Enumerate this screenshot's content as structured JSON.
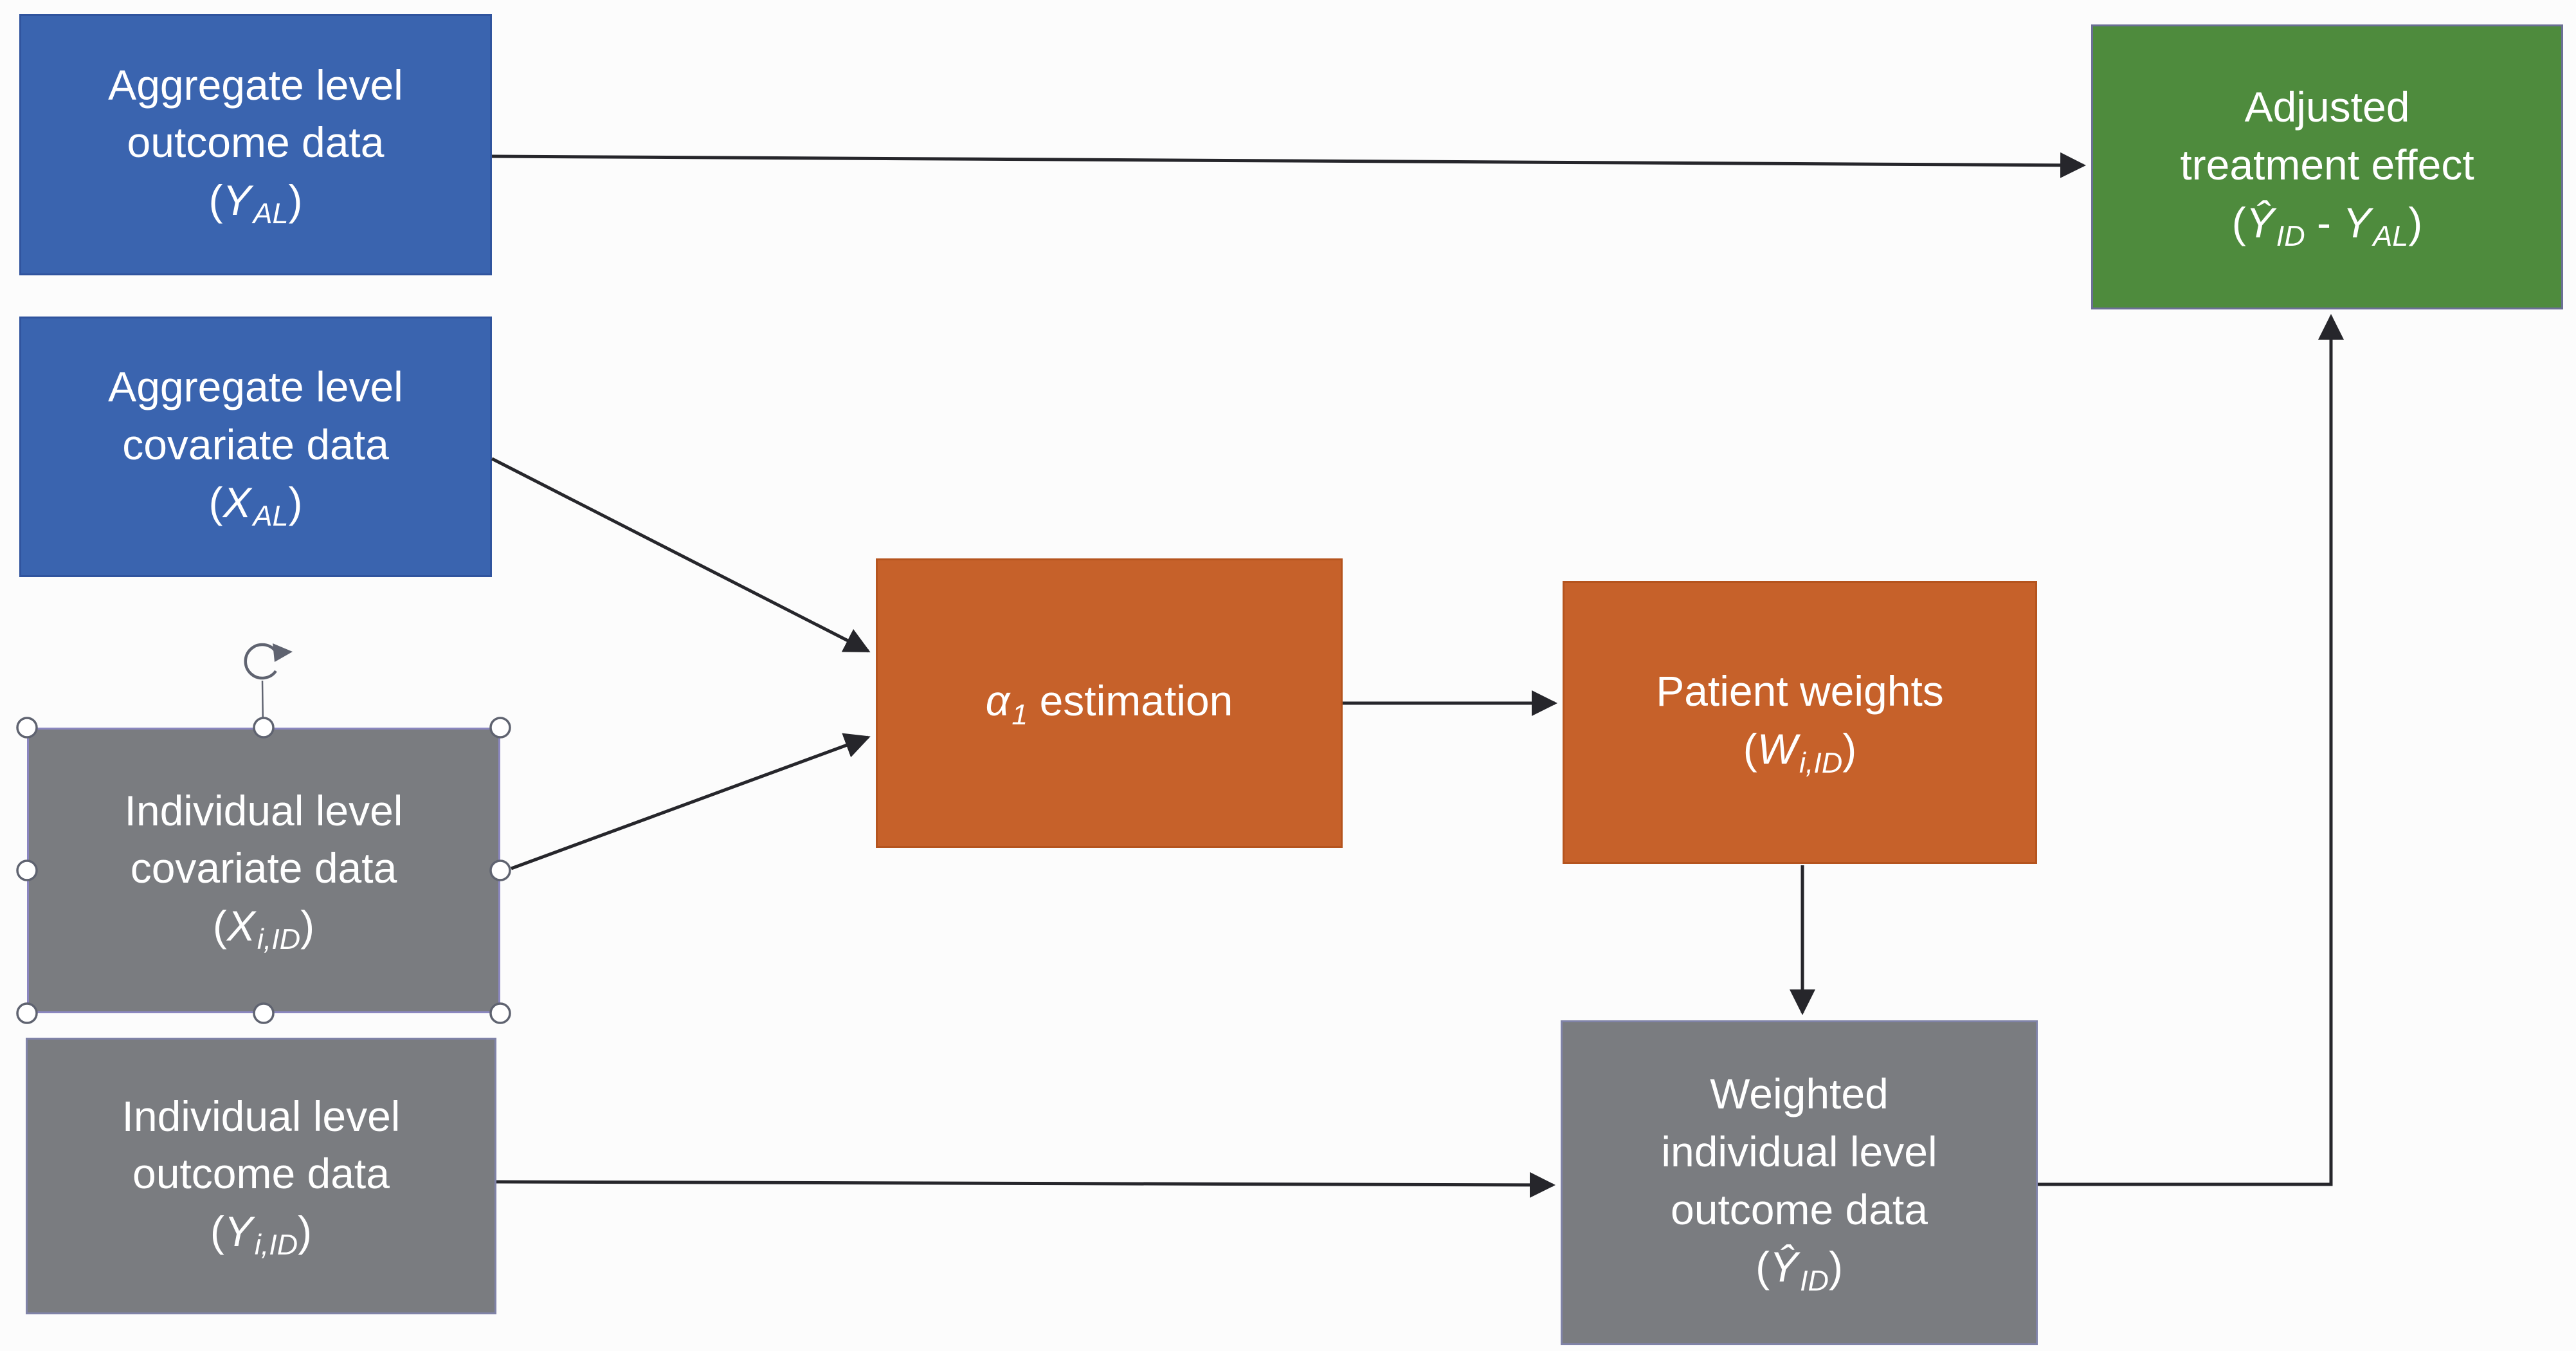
{
  "colors": {
    "bg": "#FCFCFC",
    "box_blue": "#3A64AF",
    "box_orange": "#C6612A",
    "box_gray": "#7A7C80",
    "box_green": "#4E8B3D",
    "text_white": "#FFFFFF",
    "arrow_black": "#26262B",
    "handle_stroke": "#5F6370"
  },
  "selection": {
    "selected_box": "ind_covariate"
  },
  "boxes": {
    "agg_outcome": {
      "lines": [
        "Aggregate level",
        "outcome data"
      ],
      "formula": {
        "open": "(",
        "base": "Y",
        "sub": "AL",
        "close": ")"
      }
    },
    "agg_covariate": {
      "lines": [
        "Aggregate level",
        "covariate data"
      ],
      "formula": {
        "open": "(",
        "base": "X",
        "sub": "AL",
        "close": ")"
      }
    },
    "ind_covariate": {
      "lines": [
        "Individual level",
        "covariate data"
      ],
      "formula": {
        "open": "(",
        "base": "X",
        "sub": "i,ID",
        "close": ")"
      }
    },
    "ind_outcome": {
      "lines": [
        "Individual level",
        "outcome data"
      ],
      "formula": {
        "open": "(",
        "base": "Y",
        "sub": "i,ID",
        "close": ")"
      }
    },
    "alpha_estimation": {
      "formula": {
        "base": "α",
        "sub": "1",
        "rest": " estimation"
      }
    },
    "patient_weights": {
      "lines": [
        "Patient weights"
      ],
      "formula": {
        "open": "(",
        "base": "W",
        "sub": "i,ID",
        "close": ")"
      }
    },
    "weighted_outcome": {
      "lines": [
        "Weighted",
        "individual level",
        "outcome data"
      ],
      "formula": {
        "open": "(",
        "base": "Ŷ",
        "sub": "ID",
        "close": ")"
      }
    },
    "adjusted_effect": {
      "lines": [
        "Adjusted",
        "treatment effect"
      ],
      "formula": {
        "open": "(",
        "base1": "Ŷ",
        "sub1": "ID",
        "minus": " - ",
        "base2": "Y",
        "sub2": "AL",
        "close": ")"
      }
    }
  },
  "connectors": [
    {
      "from": "agg_outcome",
      "to": "adjusted_effect"
    },
    {
      "from": "agg_covariate",
      "to": "alpha_estimation"
    },
    {
      "from": "ind_covariate",
      "to": "alpha_estimation"
    },
    {
      "from": "alpha_estimation",
      "to": "patient_weights"
    },
    {
      "from": "patient_weights",
      "to": "weighted_outcome"
    },
    {
      "from": "ind_outcome",
      "to": "weighted_outcome"
    },
    {
      "from": "weighted_outcome",
      "to": "adjusted_effect"
    }
  ]
}
